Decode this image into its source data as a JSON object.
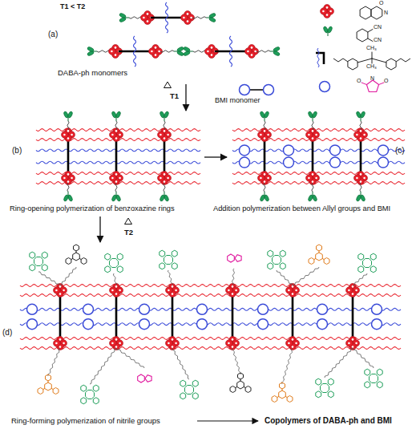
{
  "diagram": {
    "nodes": [
      {
        "text": [
          "(a)",
          "DABA-ph monomers"
        ]
      },
      {
        "text": [
          "(b)",
          "Ring-opening polymerization of benzoxazine rings"
        ]
      },
      {
        "text": [
          "(c)",
          "Addition polymerization between Allyl groups and BMI"
        ]
      },
      {
        "text": [
          "(d)",
          "Ring-forming polymerization of nitrile groups"
        ]
      }
    ],
    "edges": [
      {
        "from": 0,
        "to": 1,
        "arrow": "to",
        "label": "T1"
      },
      {
        "from": 1,
        "to": 2,
        "arrow": "to"
      },
      {
        "from": 1,
        "to": 3,
        "arrow": "to",
        "label": "T2"
      }
    ],
    "labels": [
      "T1 < T2",
      "O",
      "N",
      "CN",
      "CN",
      "CH₃",
      "CH₃",
      "O",
      "N",
      "O",
      "BMI monomer",
      "Copolymers of DABA-ph and BMI"
    ]
  }
}
